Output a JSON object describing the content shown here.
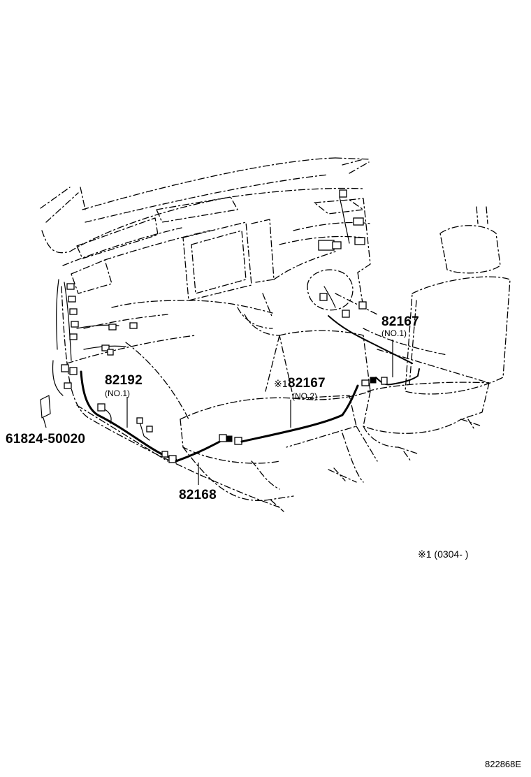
{
  "diagram": {
    "parts": [
      {
        "id": "82192",
        "number": "82192",
        "sub": "(NO.1)"
      },
      {
        "id": "82167a",
        "number": "82167",
        "sub": "(NO.1)"
      },
      {
        "id": "82167b",
        "prefix": "※1",
        "number": "82167",
        "sub": "(NO.2)"
      },
      {
        "id": "61824",
        "number": "61824-50020"
      },
      {
        "id": "82168",
        "number": "82168"
      }
    ],
    "footnote": "※1 (0304-      )",
    "code": "822868E"
  }
}
